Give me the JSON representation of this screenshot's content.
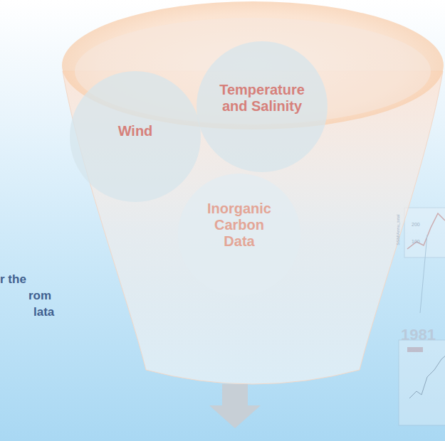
{
  "diagram": {
    "nodes": [
      {
        "text": [
          "Wind"
        ]
      },
      {
        "text": [
          "Temperature and Salinity"
        ]
      },
      {
        "text": [
          "Inorganic Carbon Data"
        ]
      }
    ],
    "labels": [
      "r the",
      "rom",
      "lata",
      "1981",
      "200",
      "100",
      "SSMIAnnu_total"
    ]
  }
}
